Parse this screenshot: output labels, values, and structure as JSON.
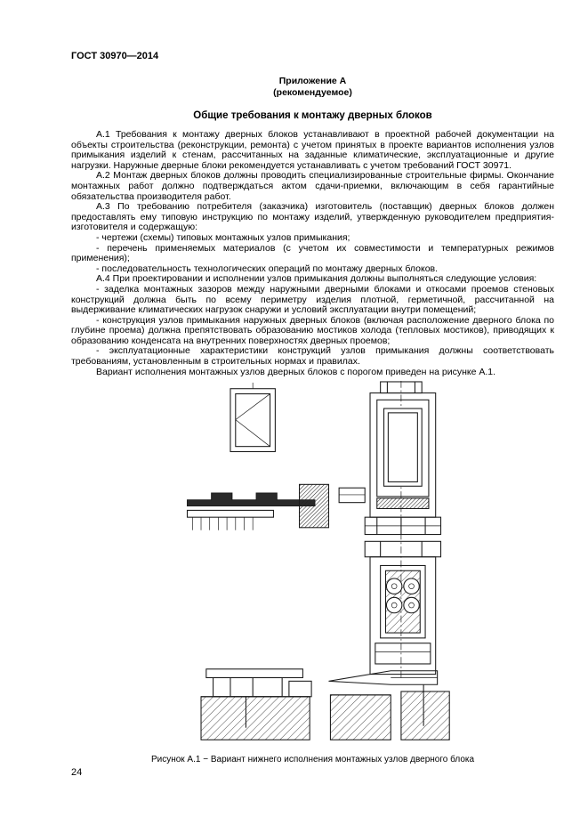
{
  "document": {
    "code": "ГОСТ 30970—2014",
    "page_number": "24"
  },
  "appendix": {
    "label": "Приложение А",
    "kind": "(рекомендуемое)",
    "title": "Общие требования к монтажу дверных блоков"
  },
  "paragraphs": [
    "А.1 Требования к монтажу дверных блоков устанавливают в проектной рабочей документации на объекты строительства (реконструкции, ремонта) с учетом принятых в проекте вариантов исполнения узлов примыкания изделий к стенам, рассчитанных на заданные климатические, эксплуатационные и другие нагрузки. Наружные дверные блоки рекомендуется устанавливать с учетом требований ГОСТ 30971.",
    "А.2 Монтаж дверных блоков должны проводить специализированные строительные фирмы. Окончание монтажных работ должно подтверждаться актом сдачи-приемки, включающим в себя гарантийные обязательства производителя работ.",
    "А.3 По требованию потребителя (заказчика) изготовитель (поставщик) дверных блоков должен предоставлять ему типовую инструкцию по монтажу изделий, утвержденную руководителем предприятия-изготовителя и содержащую:",
    "- чертежи (схемы) типовых монтажных узлов примыкания;",
    "- перечень применяемых материалов (с учетом их совместимости и температурных режимов применения);",
    "- последовательность технологических операций по монтажу дверных блоков.",
    "А.4 При проектировании и исполнении узлов примыкания должны выполняться следующие условия:",
    "- заделка монтажных зазоров между наружными дверными блоками и откосами проемов стеновых конструкций должна быть по всему периметру изделия плотной, герметичной, рассчитанной на выдерживание климатических нагрузок снаружи и условий эксплуатации внутри помещений;",
    "- конструкция узлов примыкания наружных дверных блоков (включая расположение дверного блока по глубине проема) должна препятствовать образованию мостиков холода (тепловых мостиков), приводящих к образованию конденсата на внутренних поверхностях дверных проемов;",
    "- эксплуатационные характеристики конструкций узлов примыкания должны соответствовать требованиям, установленным в строительных нормах и правилах.",
    "Вариант исполнения монтажных узлов дверных блоков с порогом приведен на рисунке А.1."
  ],
  "figure": {
    "caption": "Рисунок А.1 − Вариант нижнего исполнения монтажных узлов дверного блока"
  }
}
